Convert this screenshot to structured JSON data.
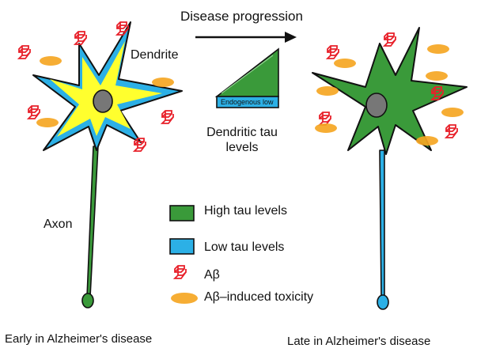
{
  "title": "Disease progression",
  "labels": {
    "dendrite": "Dendrite",
    "axon": "Axon",
    "dendritic_tau_levels": "Dendritic tau levels",
    "endogenous_low": "Endogenous low"
  },
  "legend": [
    {
      "label": "High tau levels",
      "color": "#3a9a3a"
    },
    {
      "label": "Low tau levels",
      "color": "#2cb0e6"
    },
    {
      "label": "Aβ",
      "color": "#e8202a"
    },
    {
      "label": "Aβ–induced toxicity",
      "color": "#f5a623"
    }
  ],
  "panels": {
    "early": "Early in Alzheimer's disease",
    "late": "Late in Alzheimer's disease"
  },
  "colors": {
    "high_tau": "#3a9a3a",
    "low_tau": "#2cb0e6",
    "early_soma_fill": "#ffff2e",
    "nucleus": "#777777",
    "abeta": "#e8202a",
    "toxicity": "#f5a623"
  }
}
